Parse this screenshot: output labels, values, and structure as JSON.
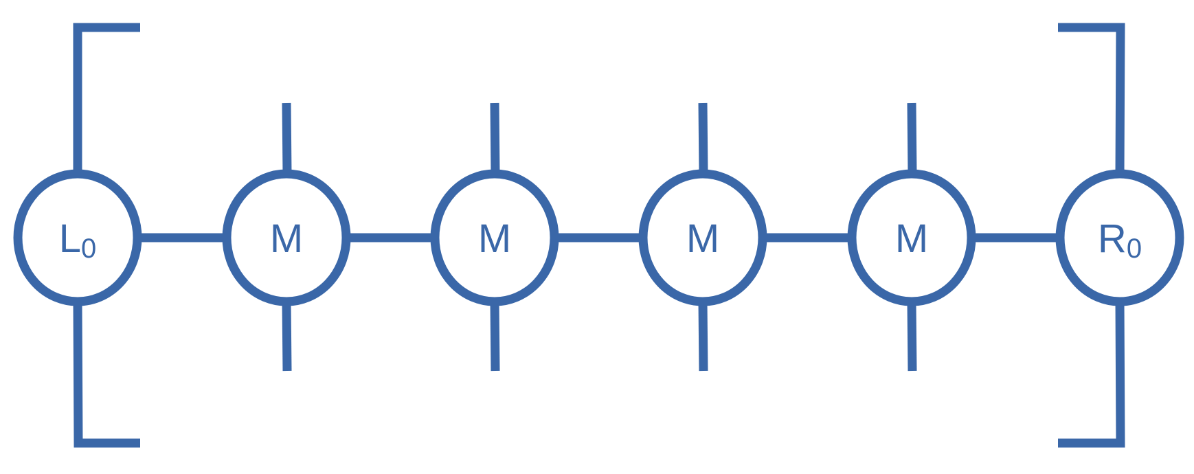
{
  "diagram": {
    "color": "#3A67A8",
    "background": "#FFFFFF",
    "nodes": [
      {
        "label": "L",
        "subscript": "0"
      },
      {
        "label": "M",
        "subscript": ""
      },
      {
        "label": "M",
        "subscript": ""
      },
      {
        "label": "M",
        "subscript": ""
      },
      {
        "label": "M",
        "subscript": ""
      },
      {
        "label": "R",
        "subscript": "0"
      }
    ]
  }
}
